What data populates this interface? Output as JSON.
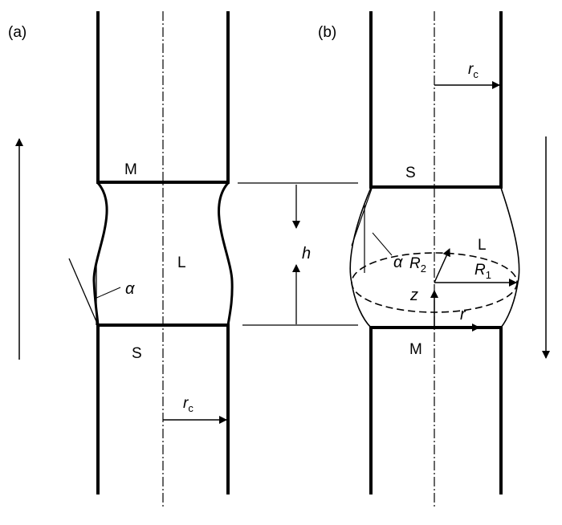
{
  "panel_a": {
    "tag": "(a)",
    "label_top": "M",
    "label_middle": "L",
    "label_bottom": "S",
    "angle": "α",
    "radius_symbol": "r",
    "radius_subscript": "c"
  },
  "panel_b": {
    "tag": "(b)",
    "label_top": "S",
    "label_middle": "L",
    "label_bottom": "M",
    "angle": "α",
    "R2_symbol": "R",
    "R2_subscript": "2",
    "R1_symbol": "R",
    "R1_subscript": "1",
    "z_label": "z",
    "r_label": "r",
    "radius_symbol": "r",
    "radius_subscript": "c"
  },
  "height_label": "h"
}
